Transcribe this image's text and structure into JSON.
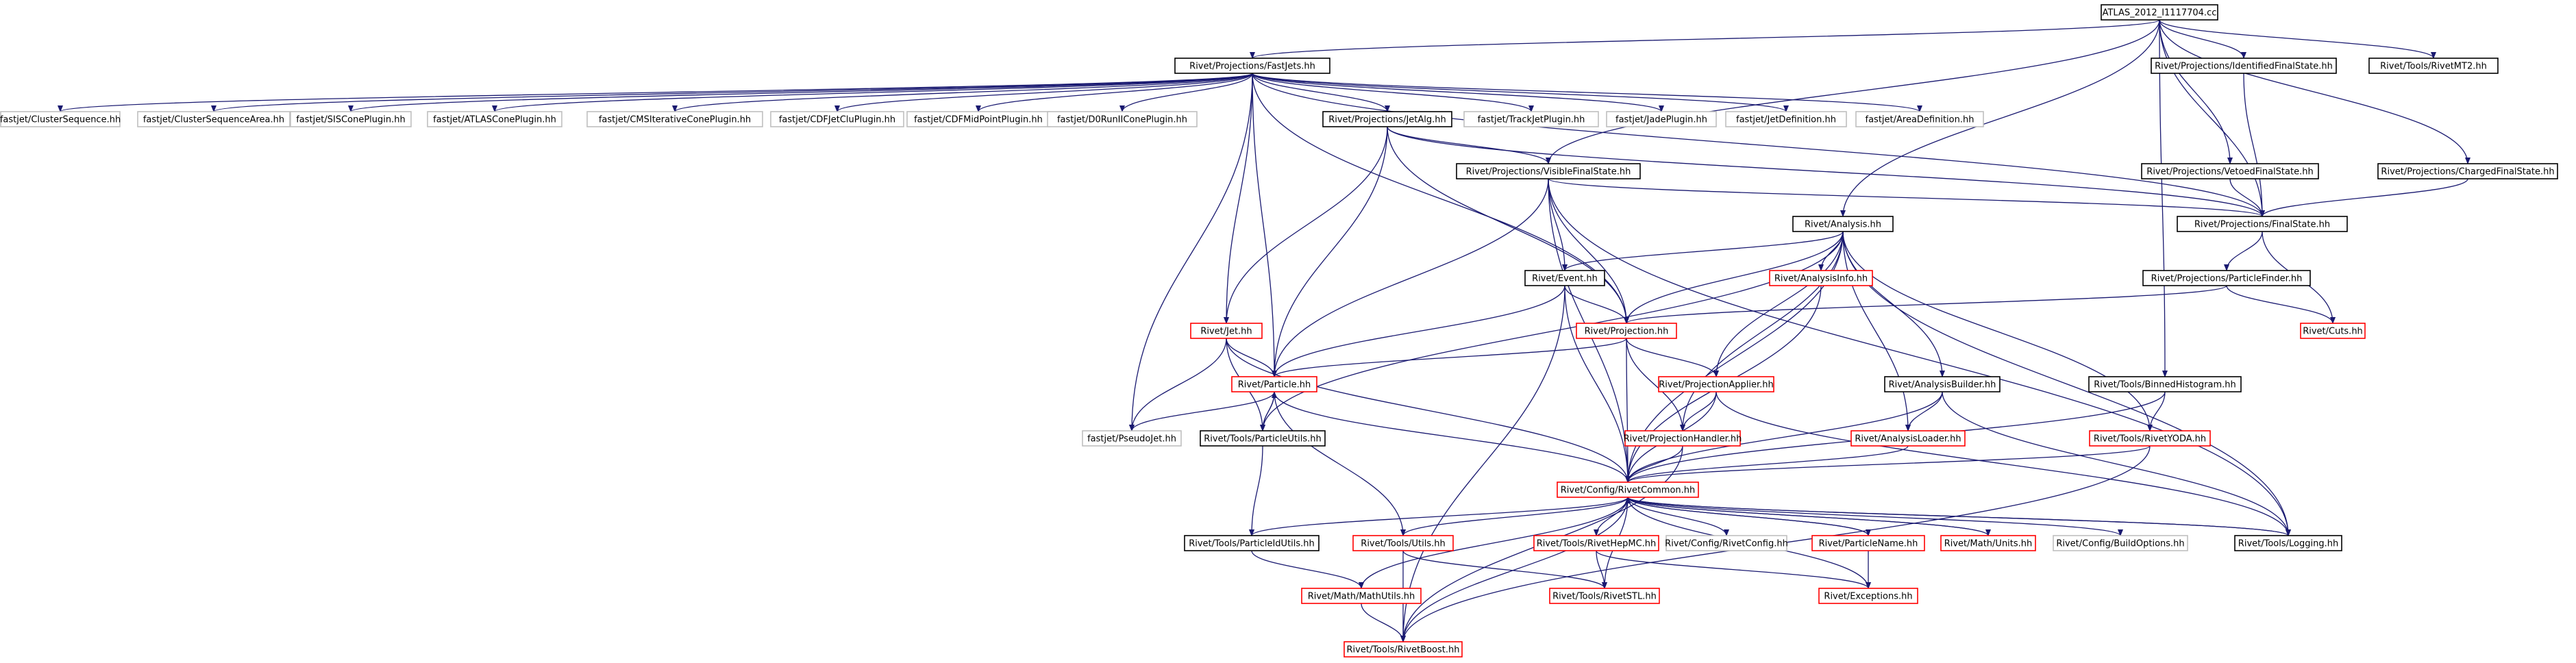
{
  "graph": {
    "colors": {
      "edge": "#191970",
      "root_fill": "#bfbfbf",
      "normal_border": "#000000",
      "truncated_border": "#ff0000",
      "external_border": "#bfbfbf"
    },
    "nodes": [
      {
        "id": "root",
        "label": "ATLAS_2012_I1117704.cc",
        "kind": "root"
      },
      {
        "id": "fastjets",
        "label": "Rivet/Projections/FastJets.hh",
        "kind": "normal"
      },
      {
        "id": "idfs",
        "label": "Rivet/Projections/IdentifiedFinalState.hh",
        "kind": "normal"
      },
      {
        "id": "mt2",
        "label": "Rivet/Tools/RivetMT2.hh",
        "kind": "normal"
      },
      {
        "id": "cs",
        "label": "fastjet/ClusterSequence.hh",
        "kind": "external"
      },
      {
        "id": "csa",
        "label": "fastjet/ClusterSequenceArea.hh",
        "kind": "external"
      },
      {
        "id": "siscone",
        "label": "fastjet/SISConePlugin.hh",
        "kind": "external"
      },
      {
        "id": "atlascone",
        "label": "fastjet/ATLASConePlugin.hh",
        "kind": "external"
      },
      {
        "id": "cmsit",
        "label": "fastjet/CMSIterativeConePlugin.hh",
        "kind": "external"
      },
      {
        "id": "cdfclu",
        "label": "fastjet/CDFJetCluPlugin.hh",
        "kind": "external"
      },
      {
        "id": "cdfmid",
        "label": "fastjet/CDFMidPointPlugin.hh",
        "kind": "external"
      },
      {
        "id": "d0run",
        "label": "fastjet/D0RunIIConePlugin.hh",
        "kind": "external"
      },
      {
        "id": "jetalg",
        "label": "Rivet/Projections/JetAlg.hh",
        "kind": "normal"
      },
      {
        "id": "trackjet",
        "label": "fastjet/TrackJetPlugin.hh",
        "kind": "external"
      },
      {
        "id": "jade",
        "label": "fastjet/JadePlugin.hh",
        "kind": "external"
      },
      {
        "id": "jetdef",
        "label": "fastjet/JetDefinition.hh",
        "kind": "external"
      },
      {
        "id": "areadef",
        "label": "fastjet/AreaDefinition.hh",
        "kind": "external"
      },
      {
        "id": "visfs",
        "label": "Rivet/Projections/VisibleFinalState.hh",
        "kind": "normal"
      },
      {
        "id": "vetofs",
        "label": "Rivet/Projections/VetoedFinalState.hh",
        "kind": "normal"
      },
      {
        "id": "chargedfs",
        "label": "Rivet/Projections/ChargedFinalState.hh",
        "kind": "normal"
      },
      {
        "id": "analysis",
        "label": "Rivet/Analysis.hh",
        "kind": "normal"
      },
      {
        "id": "finalstate",
        "label": "Rivet/Projections/FinalState.hh",
        "kind": "normal"
      },
      {
        "id": "event",
        "label": "Rivet/Event.hh",
        "kind": "normal"
      },
      {
        "id": "anainfo",
        "label": "Rivet/AnalysisInfo.hh",
        "kind": "truncated"
      },
      {
        "id": "pfinder",
        "label": "Rivet/Projections/ParticleFinder.hh",
        "kind": "normal"
      },
      {
        "id": "jet",
        "label": "Rivet/Jet.hh",
        "kind": "truncated"
      },
      {
        "id": "projection",
        "label": "Rivet/Projection.hh",
        "kind": "truncated"
      },
      {
        "id": "cuts",
        "label": "Rivet/Cuts.hh",
        "kind": "truncated"
      },
      {
        "id": "particle",
        "label": "Rivet/Particle.hh",
        "kind": "truncated"
      },
      {
        "id": "projapplier",
        "label": "Rivet/ProjectionApplier.hh",
        "kind": "truncated"
      },
      {
        "id": "anabuilder",
        "label": "Rivet/AnalysisBuilder.hh",
        "kind": "normal"
      },
      {
        "id": "binhist",
        "label": "Rivet/Tools/BinnedHistogram.hh",
        "kind": "normal"
      },
      {
        "id": "pseudojet",
        "label": "fastjet/PseudoJet.hh",
        "kind": "external"
      },
      {
        "id": "partutils",
        "label": "Rivet/Tools/ParticleUtils.hh",
        "kind": "normal"
      },
      {
        "id": "projhandler",
        "label": "Rivet/ProjectionHandler.hh",
        "kind": "truncated"
      },
      {
        "id": "analoader",
        "label": "Rivet/AnalysisLoader.hh",
        "kind": "truncated"
      },
      {
        "id": "rivetyoda",
        "label": "Rivet/Tools/RivetYODA.hh",
        "kind": "truncated"
      },
      {
        "id": "common",
        "label": "Rivet/Config/RivetCommon.hh",
        "kind": "truncated"
      },
      {
        "id": "pidutils",
        "label": "Rivet/Tools/ParticleIdUtils.hh",
        "kind": "normal"
      },
      {
        "id": "toolsutils",
        "label": "Rivet/Tools/Utils.hh",
        "kind": "truncated"
      },
      {
        "id": "hepmc",
        "label": "Rivet/Tools/RivetHepMC.hh",
        "kind": "truncated"
      },
      {
        "id": "config",
        "label": "Rivet/Config/RivetConfig.hh",
        "kind": "external"
      },
      {
        "id": "pname",
        "label": "Rivet/ParticleName.hh",
        "kind": "truncated"
      },
      {
        "id": "mathunits",
        "label": "Rivet/Math/Units.hh",
        "kind": "truncated"
      },
      {
        "id": "buildopts",
        "label": "Rivet/Config/BuildOptions.hh",
        "kind": "external"
      },
      {
        "id": "logging",
        "label": "Rivet/Tools/Logging.hh",
        "kind": "normal"
      },
      {
        "id": "mathutils",
        "label": "Rivet/Math/MathUtils.hh",
        "kind": "truncated"
      },
      {
        "id": "rivetstl",
        "label": "Rivet/Tools/RivetSTL.hh",
        "kind": "truncated"
      },
      {
        "id": "exceptions",
        "label": "Rivet/Exceptions.hh",
        "kind": "truncated"
      },
      {
        "id": "boost",
        "label": "Rivet/Tools/RivetBoost.hh",
        "kind": "truncated"
      }
    ],
    "edges": [
      [
        "root",
        "fastjets"
      ],
      [
        "root",
        "idfs"
      ],
      [
        "root",
        "mt2"
      ],
      [
        "root",
        "visfs"
      ],
      [
        "root",
        "vetofs"
      ],
      [
        "root",
        "chargedfs"
      ],
      [
        "root",
        "analysis"
      ],
      [
        "root",
        "finalstate"
      ],
      [
        "root",
        "binhist"
      ],
      [
        "fastjets",
        "cs"
      ],
      [
        "fastjets",
        "csa"
      ],
      [
        "fastjets",
        "siscone"
      ],
      [
        "fastjets",
        "atlascone"
      ],
      [
        "fastjets",
        "cmsit"
      ],
      [
        "fastjets",
        "cdfclu"
      ],
      [
        "fastjets",
        "cdfmid"
      ],
      [
        "fastjets",
        "d0run"
      ],
      [
        "fastjets",
        "jetalg"
      ],
      [
        "fastjets",
        "trackjet"
      ],
      [
        "fastjets",
        "jade"
      ],
      [
        "fastjets",
        "jetdef"
      ],
      [
        "fastjets",
        "areadef"
      ],
      [
        "fastjets",
        "jet"
      ],
      [
        "fastjets",
        "particle"
      ],
      [
        "fastjets",
        "pseudojet"
      ],
      [
        "fastjets",
        "projection"
      ],
      [
        "fastjets",
        "finalstate"
      ],
      [
        "jetalg",
        "visfs"
      ],
      [
        "jetalg",
        "jet"
      ],
      [
        "jetalg",
        "particle"
      ],
      [
        "jetalg",
        "projection"
      ],
      [
        "jetalg",
        "finalstate"
      ],
      [
        "visfs",
        "finalstate"
      ],
      [
        "visfs",
        "event"
      ],
      [
        "visfs",
        "projection"
      ],
      [
        "visfs",
        "particle"
      ],
      [
        "visfs",
        "common"
      ],
      [
        "visfs",
        "logging"
      ],
      [
        "idfs",
        "finalstate"
      ],
      [
        "vetofs",
        "finalstate"
      ],
      [
        "chargedfs",
        "finalstate"
      ],
      [
        "finalstate",
        "pfinder"
      ],
      [
        "finalstate",
        "cuts"
      ],
      [
        "pfinder",
        "projection"
      ],
      [
        "pfinder",
        "cuts"
      ],
      [
        "analysis",
        "event"
      ],
      [
        "analysis",
        "anainfo"
      ],
      [
        "analysis",
        "projection"
      ],
      [
        "analysis",
        "projapplier"
      ],
      [
        "analysis",
        "projhandler"
      ],
      [
        "analysis",
        "analoader"
      ],
      [
        "analysis",
        "anabuilder"
      ],
      [
        "analysis",
        "rivetyoda"
      ],
      [
        "analysis",
        "logging"
      ],
      [
        "analysis",
        "common"
      ],
      [
        "analysis",
        "partutils"
      ],
      [
        "event",
        "projection"
      ],
      [
        "event",
        "particle"
      ],
      [
        "event",
        "common"
      ],
      [
        "event",
        "boost"
      ],
      [
        "anainfo",
        "common"
      ],
      [
        "projection",
        "particle"
      ],
      [
        "projection",
        "projapplier"
      ],
      [
        "projection",
        "projhandler"
      ],
      [
        "projection",
        "common"
      ],
      [
        "jet",
        "particle"
      ],
      [
        "jet",
        "pseudojet"
      ],
      [
        "jet",
        "partutils"
      ],
      [
        "jet",
        "common"
      ],
      [
        "particle",
        "pseudojet"
      ],
      [
        "particle",
        "partutils"
      ],
      [
        "particle",
        "toolsutils"
      ],
      [
        "particle",
        "common"
      ],
      [
        "partutils",
        "particle"
      ],
      [
        "partutils",
        "pidutils"
      ],
      [
        "projapplier",
        "projhandler"
      ],
      [
        "projapplier",
        "common"
      ],
      [
        "projapplier",
        "logging"
      ],
      [
        "projhandler",
        "common"
      ],
      [
        "projhandler",
        "boost"
      ],
      [
        "anabuilder",
        "analoader"
      ],
      [
        "anabuilder",
        "common"
      ],
      [
        "anabuilder",
        "logging"
      ],
      [
        "analoader",
        "common"
      ],
      [
        "binhist",
        "rivetyoda"
      ],
      [
        "binhist",
        "common"
      ],
      [
        "rivetyoda",
        "common"
      ],
      [
        "rivetyoda",
        "boost"
      ],
      [
        "common",
        "pidutils"
      ],
      [
        "common",
        "toolsutils"
      ],
      [
        "common",
        "hepmc"
      ],
      [
        "common",
        "config"
      ],
      [
        "common",
        "pname"
      ],
      [
        "common",
        "mathunits"
      ],
      [
        "common",
        "buildopts"
      ],
      [
        "common",
        "logging"
      ],
      [
        "common",
        "mathutils"
      ],
      [
        "common",
        "rivetstl"
      ],
      [
        "common",
        "exceptions"
      ],
      [
        "common",
        "boost"
      ],
      [
        "logging",
        "common"
      ],
      [
        "pname",
        "common"
      ],
      [
        "mathunits",
        "common"
      ],
      [
        "pidutils",
        "mathutils"
      ],
      [
        "mathutils",
        "boost"
      ],
      [
        "toolsutils",
        "rivetstl"
      ],
      [
        "toolsutils",
        "boost"
      ],
      [
        "hepmc",
        "rivetstl"
      ],
      [
        "hepmc",
        "exceptions"
      ],
      [
        "pname",
        "exceptions"
      ]
    ]
  }
}
